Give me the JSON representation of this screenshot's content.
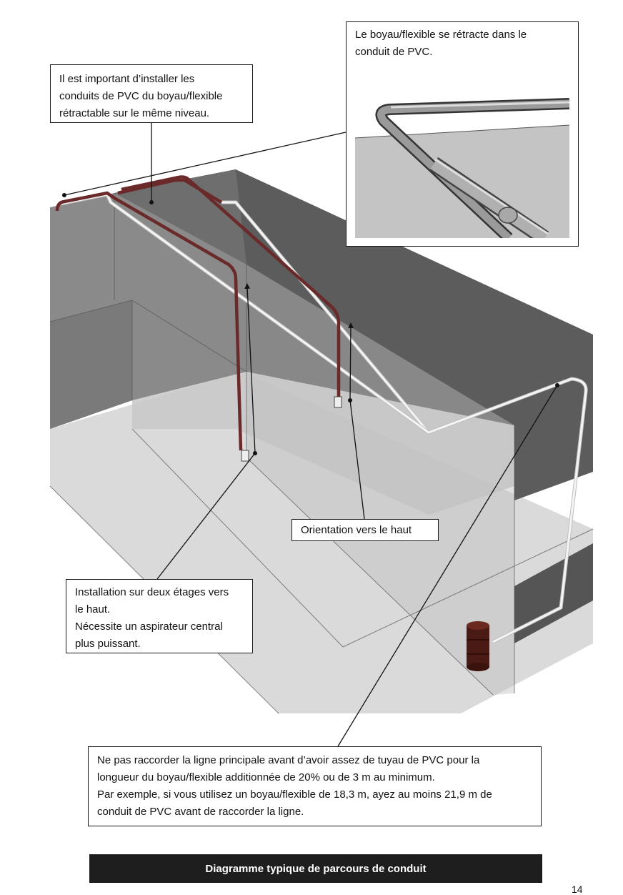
{
  "callouts": {
    "retract": [
      "Le boyau/flexible se rétracte dans le",
      "conduit de PVC."
    ],
    "level": [
      "Il est important d’installer les",
      "conduits de PVC du boyau/flexible",
      "rétractable sur le même niveau."
    ],
    "orientation": "Orientation vers le haut",
    "two_floor": [
      "Installation sur deux étages vers",
      "le haut.",
      "Nécessite un aspirateur central",
      "plus puissant."
    ],
    "pvc_length": [
      "Ne pas raccorder la ligne principale avant d’avoir assez de tuyau de PVC pour la",
      "longueur du boyau/flexible additionnée de 20% ou de 3 m au minimum.",
      "Par exemple, si vous utilisez un boyau/flexible de 18,3 m, ayez au moins 21,9 m de",
      "conduit de PVC avant de raccorder la ligne."
    ]
  },
  "footer": {
    "caption": "Diagramme typique de parcours de conduit"
  },
  "page": {
    "number": "14"
  },
  "colors": {
    "hose": "#6b2a2a",
    "pvc": "#e8e8e8",
    "wall_dark": "#5a5a5a",
    "wall_mid": "#888888",
    "floor": "#d9d9d9",
    "leader": "#111111"
  }
}
